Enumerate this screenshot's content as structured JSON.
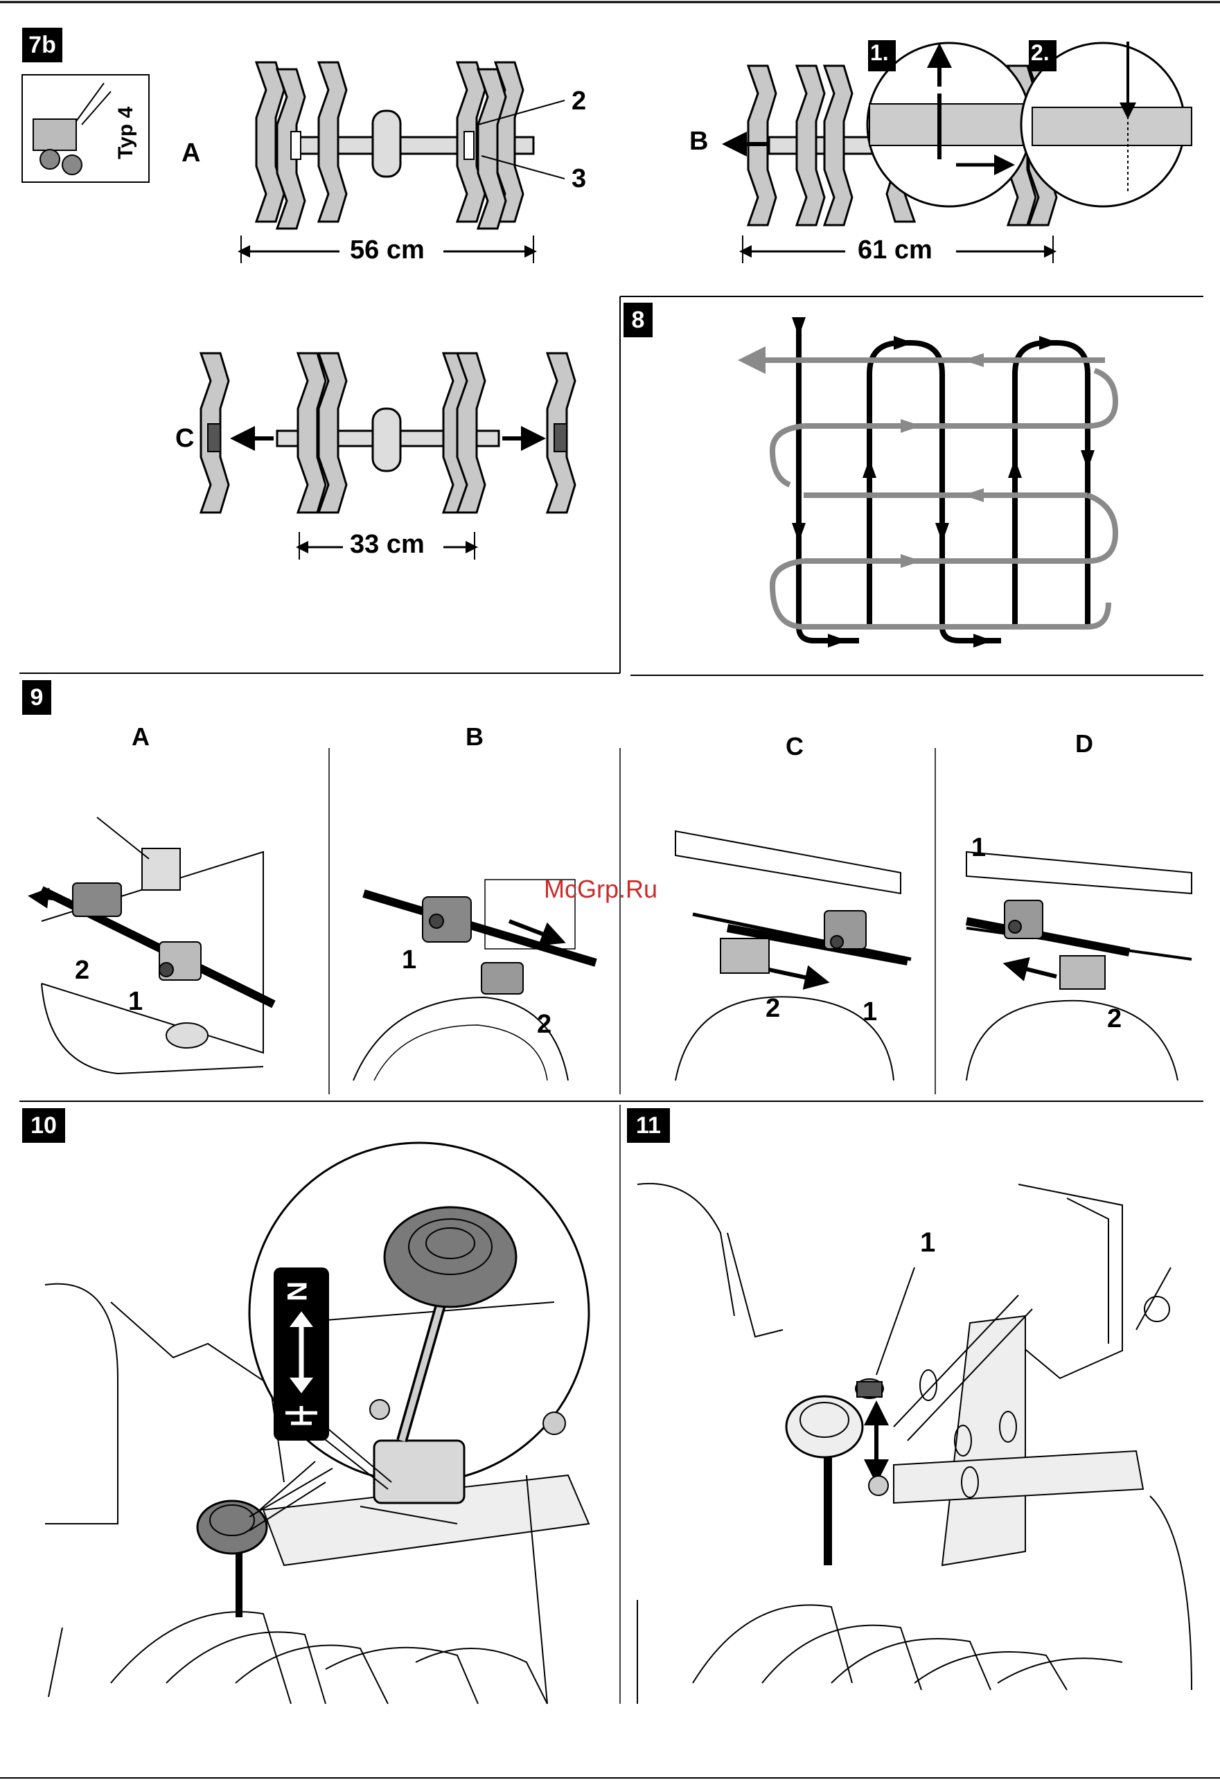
{
  "figures": {
    "fig7b": {
      "label": "7b",
      "thumbnail_text": "Typ 4",
      "panel_a": {
        "letter": "A",
        "callout_2": "2",
        "callout_3": "3",
        "dimension": "56 cm"
      },
      "panel_b": {
        "letter": "B",
        "step_1": "1.",
        "step_2": "2.",
        "dimension": "61 cm"
      },
      "panel_c": {
        "letter": "C",
        "dimension": "33 cm"
      }
    },
    "fig8": {
      "label": "8"
    },
    "fig9": {
      "label": "9",
      "panels": [
        {
          "letter": "A",
          "callout_1": "1",
          "callout_2": "2"
        },
        {
          "letter": "B",
          "callout_1": "1",
          "callout_2": "2"
        },
        {
          "letter": "C",
          "callout_1": "1",
          "callout_2": "2"
        },
        {
          "letter": "D",
          "callout_1": "1",
          "callout_2": "2"
        }
      ]
    },
    "fig10": {
      "label": "10",
      "gear_n": "N"
    },
    "fig11": {
      "label": "11",
      "callout_1": "1"
    }
  },
  "watermark": "McGrp.Ru",
  "colors": {
    "ink": "#000000",
    "tine_fill": "#c8c8c8",
    "gray_path": "#8a8a8a",
    "knob": "#7a7a7a",
    "watermark": "#cc2a2a"
  }
}
